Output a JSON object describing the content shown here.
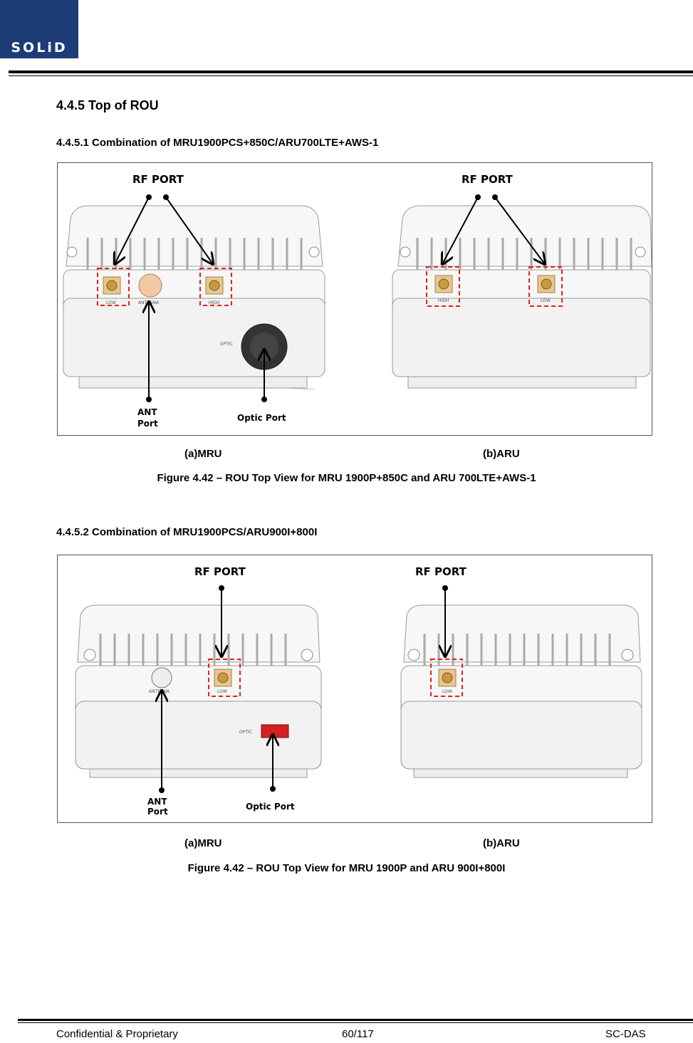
{
  "header": {
    "logo_text": "SOLiD"
  },
  "section": {
    "heading": "4.4.5  Top of ROU"
  },
  "sub1": {
    "heading": "4.4.5.1   Combination of MRU1900PCS+850C/ARU700LTE+AWS-1",
    "fig_labels": {
      "rf_port_left": "RF PORT",
      "rf_port_right": "RF PORT",
      "ant_port_l1": "ANT",
      "ant_port_l2": "Port",
      "optic_port": "Optic Port",
      "conn_low": "LOW",
      "conn_antenna": "ANTENNA",
      "conn_high": "HIGH",
      "conn_optic": "OPTIC",
      "aru_high": "HIGH",
      "aru_low": "LOW"
    },
    "caption_a": "(a)MRU",
    "caption_b": "(b)ARU",
    "figure_caption": "Figure 4.42 – ROU Top View for MRU 1900P+850C and ARU 700LTE+AWS-1"
  },
  "sub2": {
    "heading": "4.4.5.2  Combination of MRU1900PCS/ARU900I+800I",
    "fig_labels": {
      "rf_port_left": "RF PORT",
      "rf_port_right": "RF PORT",
      "ant_port_l1": "ANT",
      "ant_port_l2": "Port",
      "optic_port": "Optic Port",
      "conn_antenna": "ANTENNA",
      "conn_low": "LOW",
      "conn_optic": "OPTIC",
      "aru_low": "LOW"
    },
    "caption_a": "(a)MRU",
    "caption_b": "(b)ARU",
    "figure_caption": "Figure 4.42 – ROU Top View for MRU 1900P and ARU 900I+800I"
  },
  "footer": {
    "left": "Confidential & Proprietary",
    "center": "60/117",
    "right": "SC-DAS"
  },
  "colors": {
    "logo_bg": "#1d3c76",
    "highlight_box": "#e02020",
    "connector": "#d8a550",
    "optic_red": "#d42020"
  }
}
